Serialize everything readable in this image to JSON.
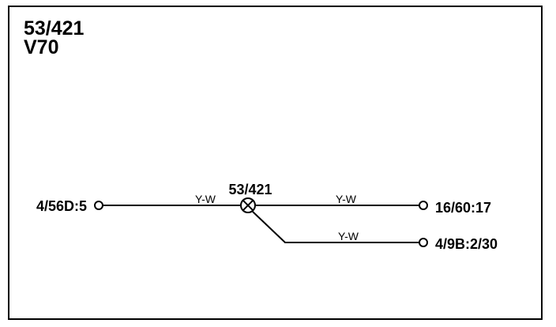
{
  "header": {
    "code": "53/421",
    "model": "V70"
  },
  "splice": {
    "label": "53/421"
  },
  "connectors": {
    "left": "4/56D:5",
    "right_top": "16/60:17",
    "right_bottom": "4/9B:2/30"
  },
  "wires": {
    "left_color": "Y-W",
    "right_top_color": "Y-W",
    "right_bottom_color": "Y-W"
  },
  "colors": {
    "line": "#000000",
    "background": "#ffffff"
  }
}
